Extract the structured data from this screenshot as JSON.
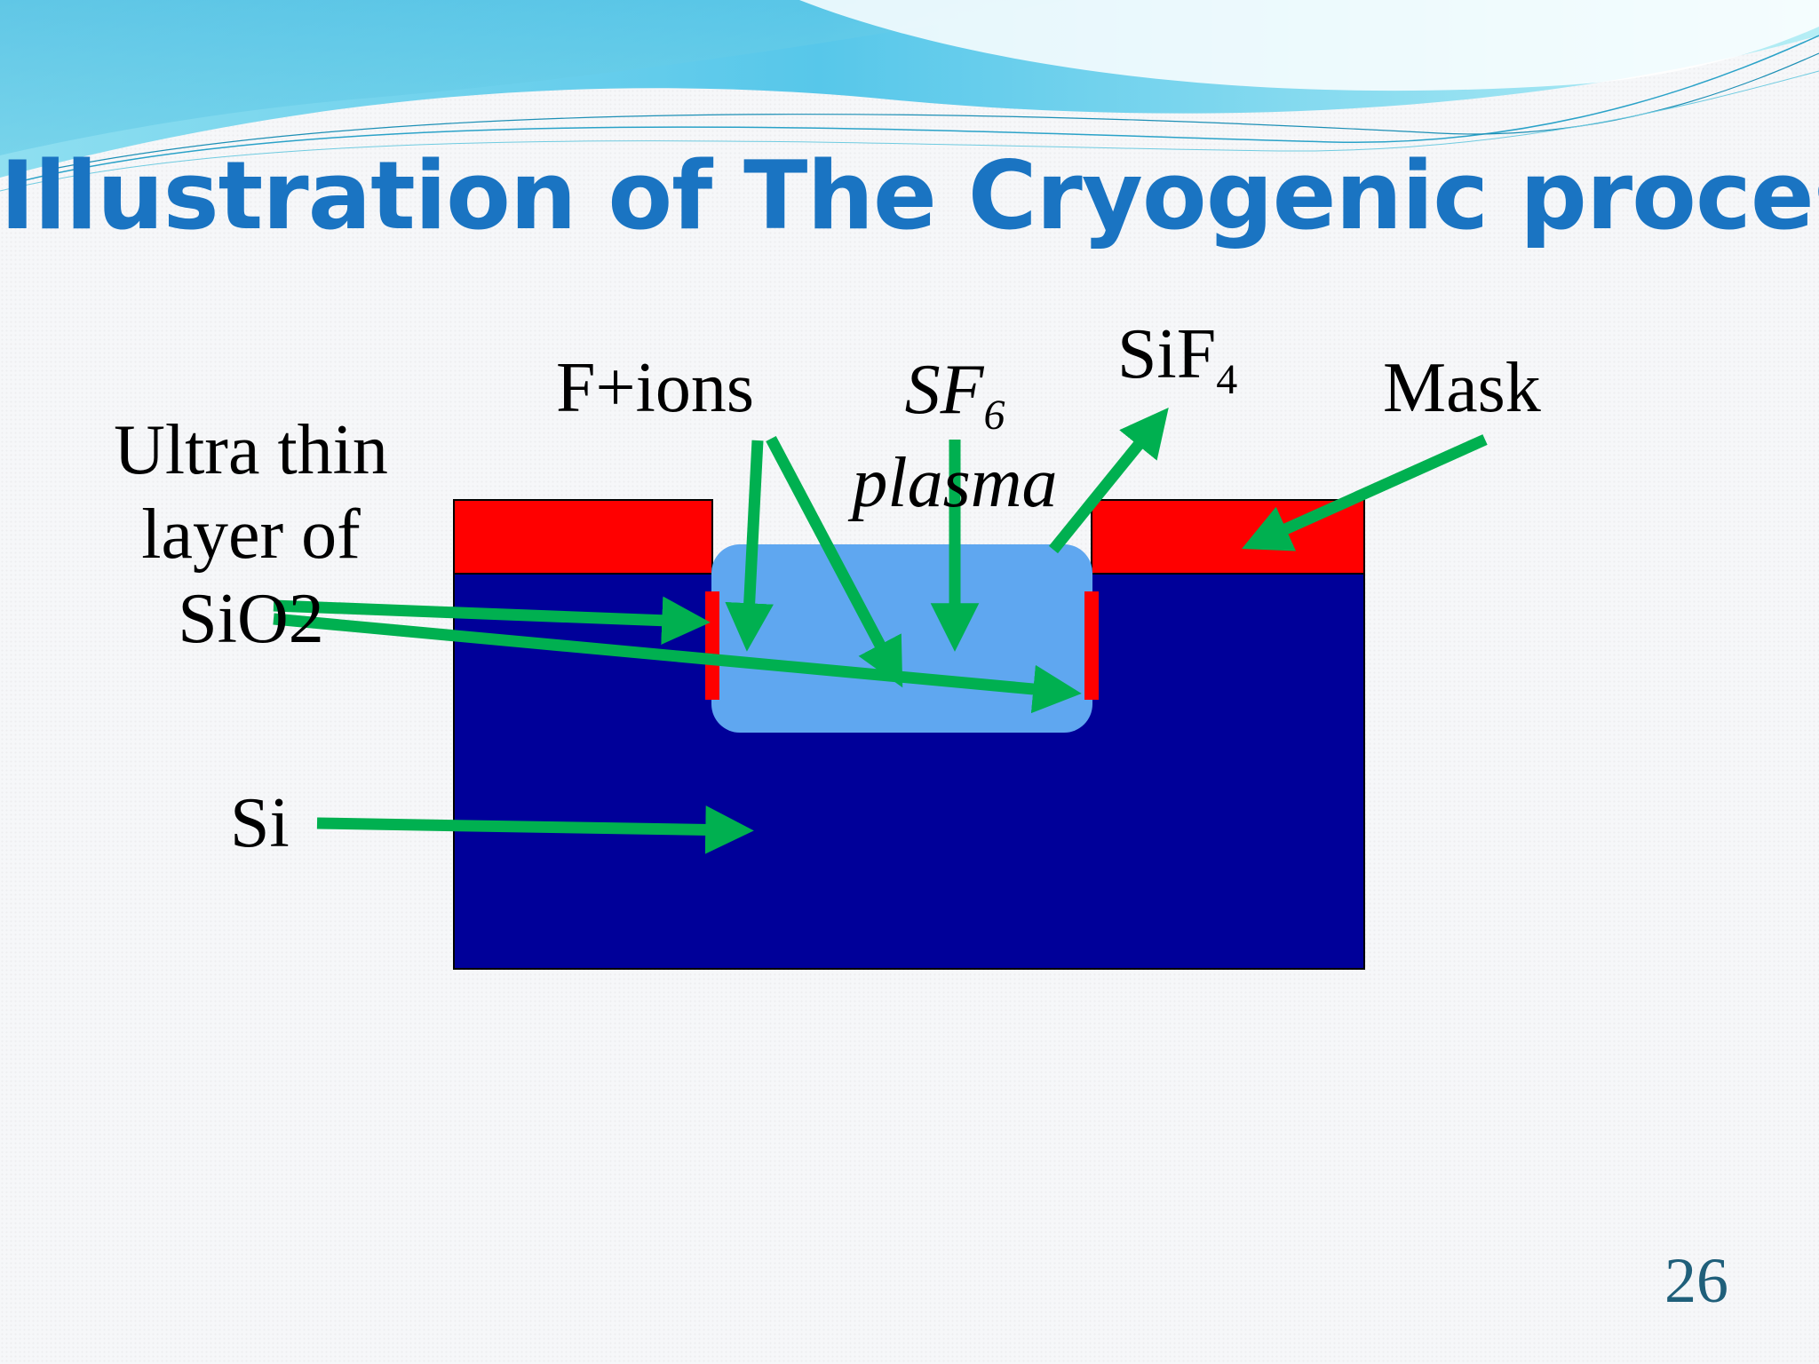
{
  "slide": {
    "title": "Illustration of The Cryogenic process:",
    "page_number": "26"
  },
  "labels": {
    "oxide": {
      "line1": "Ultra thin",
      "line2": "layer of",
      "line3": "SiO2"
    },
    "f_ions": "F+ions",
    "sf6": {
      "main": "SF",
      "sub": "6",
      "line2": "plasma"
    },
    "sif4": {
      "main": "SiF",
      "sub": "4"
    },
    "mask": "Mask",
    "si": "Si"
  },
  "colors": {
    "title": "#1a74c2",
    "mask": "#ff0000",
    "silicon": "#000099",
    "plasma": "#5fa7f0",
    "arrow": "#00b050",
    "sidewall": "#ff0000",
    "page_number": "#1f5f7a"
  }
}
